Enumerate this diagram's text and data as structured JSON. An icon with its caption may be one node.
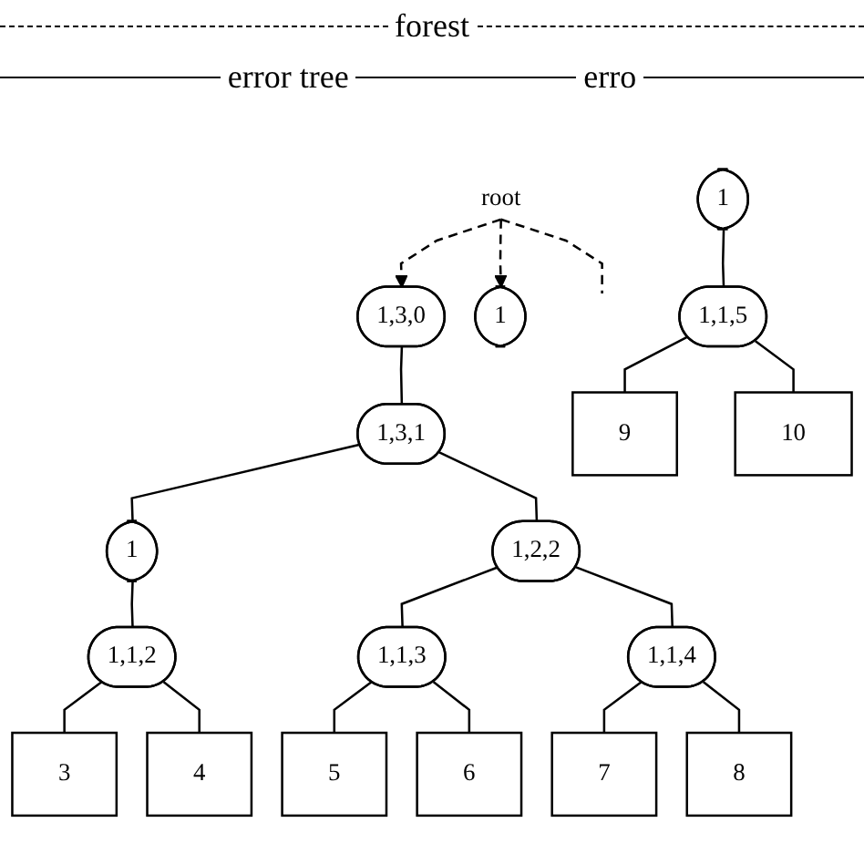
{
  "diagram": {
    "nodes": [
      {
        "text": [
          "1,3,0"
        ]
      },
      {
        "text": [
          "root"
        ]
      },
      {
        "text": [
          "1"
        ]
      },
      {
        "text": [
          "1,3,1"
        ]
      },
      {
        "text": [
          "1"
        ]
      },
      {
        "text": [
          "1"
        ]
      },
      {
        "text": [
          "1,2,2"
        ]
      },
      {
        "text": [
          "1,1,2"
        ]
      },
      {
        "text": [
          "1,1,3"
        ]
      },
      {
        "text": [
          "1,1,4"
        ]
      },
      {
        "text": [
          "1,1,5"
        ]
      },
      {
        "text": [
          "3"
        ]
      },
      {
        "text": [
          "4"
        ]
      },
      {
        "text": [
          "5"
        ]
      },
      {
        "text": [
          "6"
        ]
      },
      {
        "text": [
          "7"
        ]
      },
      {
        "text": [
          "8"
        ]
      },
      {
        "text": [
          "9"
        ]
      },
      {
        "text": [
          "10"
        ]
      }
    ],
    "edges": [
      {
        "from": 1,
        "to": 0,
        "arrow": "to",
        "style": "dashed"
      },
      {
        "from": 1,
        "to": 2,
        "arrow": "to",
        "style": "dashed"
      },
      {
        "from": 1,
        "to": null,
        "arrow": "none",
        "style": "dashed"
      },
      {
        "from": 0,
        "to": 3,
        "arrow": "none"
      },
      {
        "from": 3,
        "to": 5,
        "arrow": "none"
      },
      {
        "from": 3,
        "to": 6,
        "arrow": "none"
      },
      {
        "from": 4,
        "to": 10,
        "arrow": "none"
      },
      {
        "from": 5,
        "to": 7,
        "arrow": "none"
      },
      {
        "from": 6,
        "to": 8,
        "arrow": "none"
      },
      {
        "from": 6,
        "to": 9,
        "arrow": "none"
      },
      {
        "from": 7,
        "to": 11,
        "arrow": "none"
      },
      {
        "from": 7,
        "to": 12,
        "arrow": "none"
      },
      {
        "from": 8,
        "to": 13,
        "arrow": "none"
      },
      {
        "from": 8,
        "to": 14,
        "arrow": "none"
      },
      {
        "from": 9,
        "to": 15,
        "arrow": "none"
      },
      {
        "from": 9,
        "to": 16,
        "arrow": "none"
      },
      {
        "from": 10,
        "to": 17,
        "arrow": "none"
      },
      {
        "from": 10,
        "to": 18,
        "arrow": "none"
      }
    ],
    "labels": [
      "forest",
      "error tree",
      "erro"
    ]
  }
}
